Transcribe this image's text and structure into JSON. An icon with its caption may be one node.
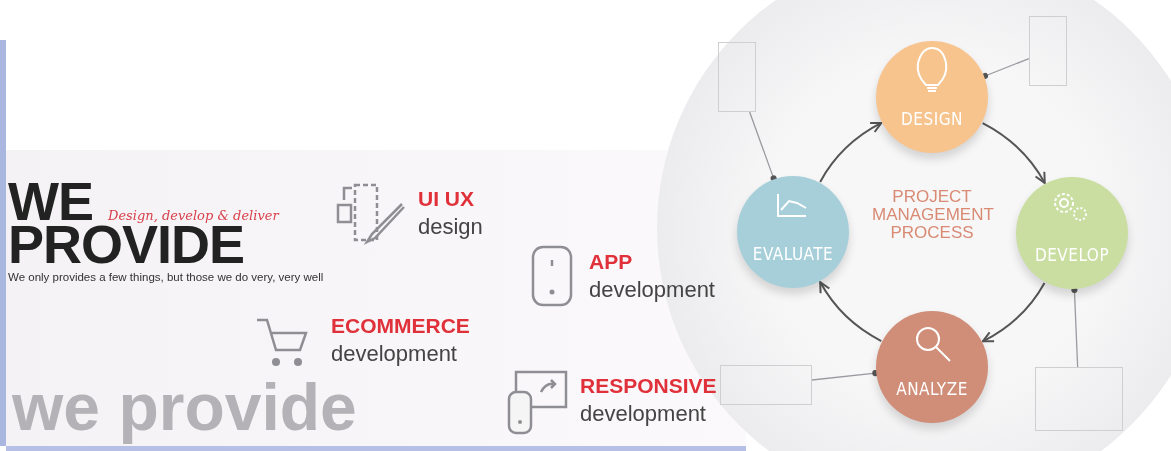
{
  "diagram": {
    "nodes": [
      {
        "text": [
          "DESIGN"
        ]
      },
      {
        "text": [
          "DEVELOP"
        ]
      },
      {
        "text": [
          "ANALYZE"
        ]
      },
      {
        "text": [
          "EVALUATE"
        ]
      },
      {
        "text": [],
        "shape": "box"
      },
      {
        "text": [],
        "shape": "box"
      },
      {
        "text": [],
        "shape": "box"
      },
      {
        "text": [],
        "shape": "box"
      }
    ],
    "edges": [
      {
        "from": 0,
        "to": 1,
        "arrow": "to"
      },
      {
        "from": 1,
        "to": 2,
        "arrow": "to"
      },
      {
        "from": 2,
        "to": 3,
        "arrow": "to"
      },
      {
        "from": 3,
        "to": 0,
        "arrow": "to"
      },
      {
        "from": 4,
        "to": 3,
        "arrow": "other"
      },
      {
        "from": 5,
        "to": 0,
        "arrow": "other"
      },
      {
        "from": 6,
        "to": 2,
        "arrow": "other"
      },
      {
        "from": 7,
        "to": 1,
        "arrow": "other"
      }
    ],
    "labels": [
      "WE PROVIDE",
      "Design, develop & deliver",
      "We only provides a few things, but those we do very, very well",
      "UI UX",
      "design",
      "APP",
      "development",
      "ECOMMERCE",
      "development",
      "RESPONSIVE",
      "development",
      "PROJECT MANAGEMENT PROCESS",
      "we provide"
    ]
  }
}
